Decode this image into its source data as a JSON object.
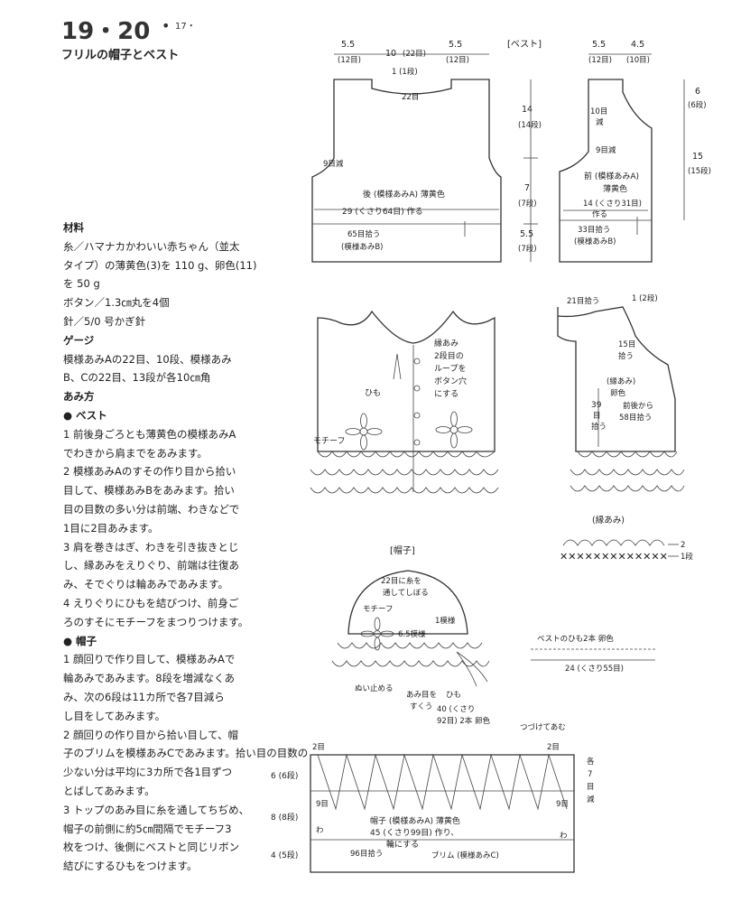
{
  "header": {
    "number": "19・20",
    "bullet": "•",
    "page_ref": "17・",
    "title": "フリルの帽子とベスト"
  },
  "materials": {
    "lines": [
      {
        "text": "材料",
        "head": true
      },
      {
        "text": "糸／ハマナカかわいい赤ちゃん（並太"
      },
      {
        "text": "タイプ）の薄黄色(3)を 110 g、卵色(11)"
      },
      {
        "text": "を 50 g"
      },
      {
        "text": "ボタン／1.3㎝丸を4個"
      },
      {
        "text": "針／5/0 号かぎ針"
      },
      {
        "text": "ゲージ",
        "head": true
      },
      {
        "text": "模様あみAの22目、10段、模様あみ"
      },
      {
        "text": "B、Cの22目、13段が各10㎝角"
      },
      {
        "text": "あみ方",
        "head": true
      },
      {
        "text": "● ベスト",
        "head": true
      },
      {
        "text": "1 前後身ごろとも薄黄色の模様あみA"
      },
      {
        "text": "でわきから肩までをあみます。"
      },
      {
        "text": "2 模様あみAのすその作り目から拾い"
      },
      {
        "text": "目して、模様あみBをあみます。拾い"
      },
      {
        "text": "目の目数の多い分は前端、わきなどで"
      },
      {
        "text": "1目に2目あみます。"
      },
      {
        "text": "3 肩を巻きはぎ、わきを引き抜きとじ"
      },
      {
        "text": "し、縁あみをえりぐり、前端は往復あ"
      },
      {
        "text": "み、そでぐりは輪あみであみます。"
      },
      {
        "text": "4 えりぐりにひもを結びつけ、前身ご"
      },
      {
        "text": "ろのすそにモチーフをまつりつけます。"
      },
      {
        "text": "● 帽子",
        "head": true
      },
      {
        "text": "1 顔回りで作り目して、模様あみAで"
      },
      {
        "text": "輪あみであみます。8段を増減なくあ"
      },
      {
        "text": "み、次の6段は11カ所で各7目減ら"
      },
      {
        "text": "し目をしてあみます。"
      },
      {
        "text": "2 顔回りの作り目から拾い目して、帽"
      },
      {
        "text": "子のブリムを模様あみCであみます。拾い目の目数の"
      },
      {
        "text": "少ない分は平均に3カ所で各1目ずつ"
      },
      {
        "text": "とばしてあみます。"
      },
      {
        "text": "3 トップのあみ目に糸を通してちぢめ、"
      },
      {
        "text": "帽子の前側に約5㎝間隔でモチーフ3"
      },
      {
        "text": "枚をつけ、後側にベストと同じリボン"
      },
      {
        "text": "結びにするひもをつけます。"
      }
    ]
  },
  "vest_back": {
    "dims": [
      "5.5",
      "(12目)",
      "10",
      "(22目)",
      "5.5",
      "(12目)",
      "1 (1段)",
      "22目",
      "9目減",
      "後 (模様あみA) 薄黄色",
      "29 (くさり64目) 作る",
      "65目拾う",
      "(模様あみB)",
      "14",
      "(14段)",
      "7",
      "(7段)",
      "5.5",
      "(7段)"
    ],
    "section_label": "[ベスト]"
  },
  "vest_front": {
    "dims": [
      "5.5",
      "(12目)",
      "4.5",
      "(10目)",
      "10目",
      "減",
      "9目減",
      "前 (模様あみA)",
      "薄黄色",
      "14 (くさり31目)",
      "作る",
      "33目拾う",
      "(模様あみB)",
      "6",
      "(6段)",
      "15",
      "(15段)"
    ]
  },
  "vest_illustration": {
    "labels": [
      "縁あみ",
      "2段目の",
      "ループを",
      "ボタン穴",
      "にする",
      "ひも",
      "モチーフ"
    ]
  },
  "edge_diagram": {
    "labels": [
      "21目拾う",
      "1 (2段)",
      "15目",
      "拾う",
      "(縁あみ)",
      "卵色",
      "前後から",
      "58目拾う",
      "39",
      "目",
      "拾う"
    ]
  },
  "edge_stitch": {
    "title": "(縁あみ)",
    "row2": "2",
    "row1": "1段"
  },
  "hat_illustration": {
    "section_label": "[帽子]",
    "labels": [
      "22目に糸を",
      "通してしぼる",
      "モチーフ",
      "6.5模様",
      "1模様",
      "ぬい止める",
      "あみ目を",
      "すくう",
      "ひも",
      "40 (くさり",
      "92目) 2本 卵色"
    ]
  },
  "cord": {
    "label_top": "ベストのひも2本 卵色",
    "label_bottom": "24 (くさり55目)"
  },
  "hat_chart": {
    "labels": [
      "2目",
      "2目",
      "6 (6段)",
      "8 (8段)",
      "4 (5段)",
      "つづけてあむ",
      "各",
      "7",
      "目",
      "減",
      "9目",
      "9目",
      "わ",
      "わ",
      "帽子 (模様あみA) 薄黄色",
      "45 (くさり99目) 作り、",
      "輪にする",
      "96目拾う",
      "ブリム (模様あみC)"
    ]
  }
}
